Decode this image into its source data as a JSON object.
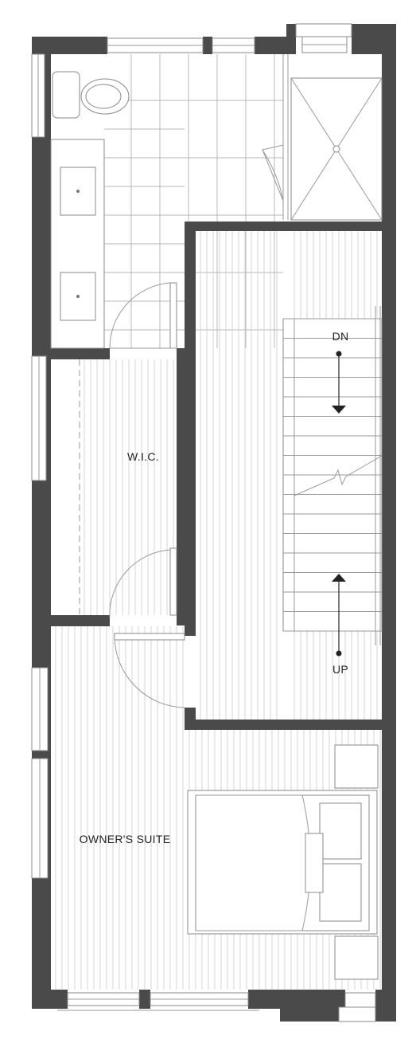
{
  "rooms": {
    "bathroom": "",
    "closet": "W.I.C.",
    "bedroom": "OWNER'S SUITE"
  },
  "stairs": {
    "down_label": "DN",
    "up_label": "UP"
  },
  "colors": {
    "wall": "#4a4a4a",
    "line": "#9a9a9a",
    "background": "#ffffff"
  }
}
